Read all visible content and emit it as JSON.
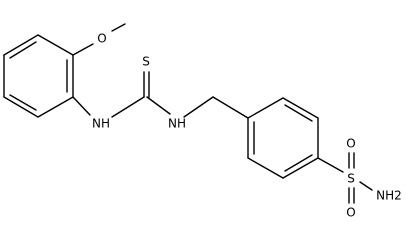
{
  "molecule": {
    "atoms": {
      "o_methoxy": "O",
      "nh_left": "NH",
      "s_thio": "S",
      "nh_right": "NH",
      "s_sulfonyl": "S",
      "o_sulfonyl_top": "O",
      "o_sulfonyl_bottom": "O",
      "nh2": "NH2"
    }
  }
}
